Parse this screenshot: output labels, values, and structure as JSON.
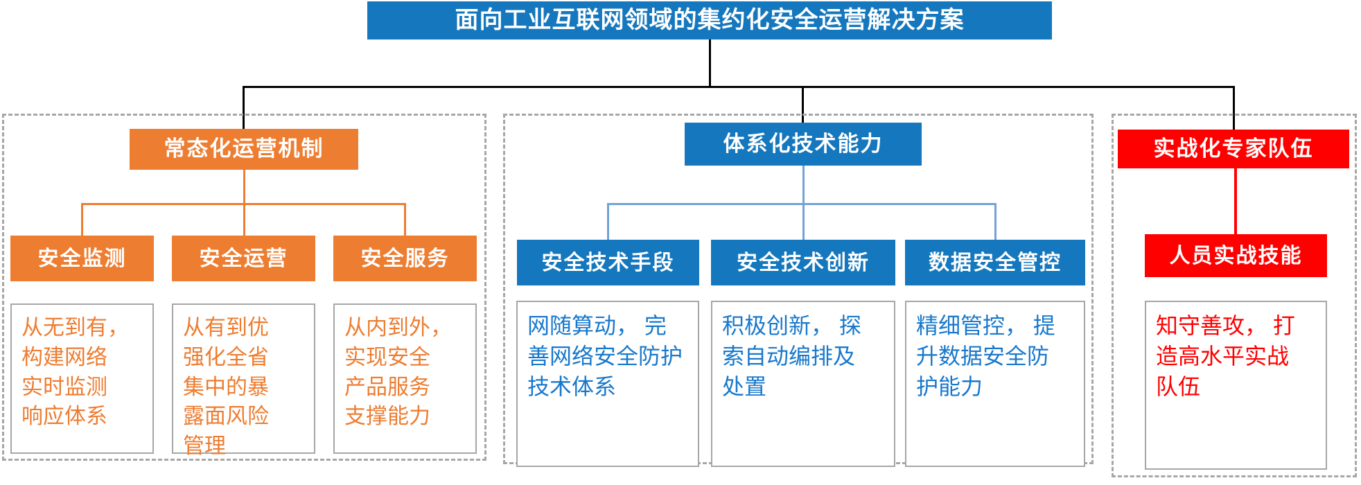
{
  "title": {
    "text": "面向工业互联网领域的集约化安全运营解决方案"
  },
  "colors": {
    "root_and_tech_blue": "#1577BD",
    "operations_orange": "#ED7D31",
    "experts_red": "#FF0000",
    "tech_connector_light_blue": "#72A2D6",
    "tech_description_text_blue": "#1878CC",
    "container_border_gray": "#A6A6A6",
    "connector_black": "#000000"
  },
  "branches": [
    {
      "id": "operations",
      "header": "常态化运营机制",
      "accent": "#ED7D31",
      "children": [
        {
          "label": "安全监测",
          "desc": "从无到有，\n构建网络\n实时监测\n响应体系"
        },
        {
          "label": "安全运营",
          "desc": "从有到优\n强化全省\n集中的暴\n露面风险\n管理"
        },
        {
          "label": "安全服务",
          "desc": "从内到外，\n实现安全\n产品服务\n支撑能力"
        }
      ]
    },
    {
      "id": "technology",
      "header": "体系化技术能力",
      "accent": "#1577BD",
      "children": [
        {
          "label": "安全技术手段",
          "desc": "网随算动， 完\n善网络安全防护\n技术体系"
        },
        {
          "label": "安全技术创新",
          "desc": "积极创新， 探\n索自动编排及\n处置"
        },
        {
          "label": "数据安全管控",
          "desc": "精细管控， 提\n升数据安全防\n护能力"
        }
      ]
    },
    {
      "id": "experts",
      "header": "实战化专家队伍",
      "accent": "#FF0000",
      "children": [
        {
          "label": "人员实战技能",
          "desc": "知守善攻， 打\n造高水平实战\n队伍"
        }
      ]
    }
  ]
}
